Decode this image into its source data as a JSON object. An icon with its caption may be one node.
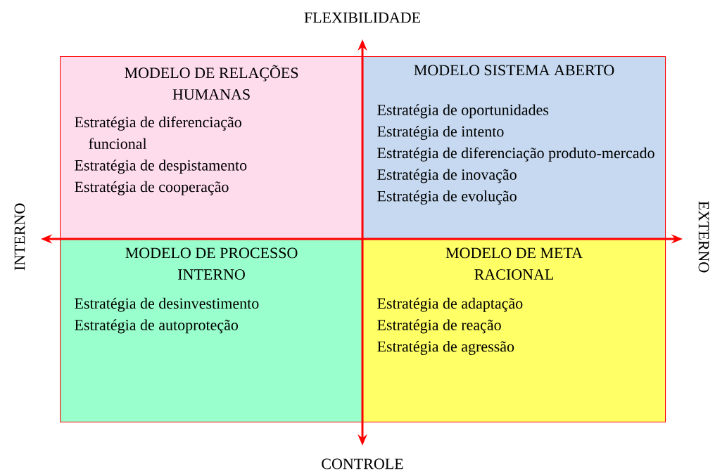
{
  "diagram": {
    "nodes": [
      {
        "text": [
          "MODELO DE RELAÇÕES HUMANAS",
          "Estratégia de diferenciação funcional",
          "Estratégia de despistamento",
          "Estratégia de cooperação"
        ]
      },
      {
        "text": [
          "MODELO SISTEMA ABERTO",
          "Estratégia de oportunidades",
          "Estratégia de intento",
          "Estratégia de diferenciação produto-mercado",
          "Estratégia de inovação",
          "Estratégia de evolução"
        ]
      },
      {
        "text": [
          "MODELO DE PROCESSO INTERNO",
          "Estratégia de desinvestimento",
          "Estratégia de autoproteção"
        ]
      },
      {
        "text": [
          "MODELO DE META RACIONAL",
          "Estratégia de adaptação",
          "Estratégia de reação",
          "Estratégia de agressão"
        ]
      }
    ],
    "labels": [
      "FLEXIBILIDADE",
      "INTERNO",
      "EXTERNO",
      "CONTROLE"
    ]
  }
}
